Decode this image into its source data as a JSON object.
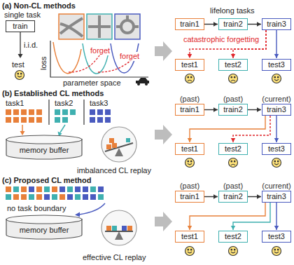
{
  "diagram": {
    "nodes": [
      {
        "text": [
          "train"
        ]
      },
      {
        "text": [
          "train1"
        ]
      },
      {
        "text": [
          "train2"
        ]
      },
      {
        "text": [
          "train3"
        ]
      },
      {
        "text": [
          "test1"
        ]
      },
      {
        "text": [
          "test2"
        ]
      },
      {
        "text": [
          "test3"
        ]
      },
      {
        "text": [
          "memory buffer"
        ]
      },
      {
        "text": [
          "(past)",
          "train1"
        ]
      },
      {
        "text": [
          "(past)",
          "train2"
        ]
      },
      {
        "text": [
          "(current)",
          "train3"
        ]
      },
      {
        "text": [
          "test1"
        ]
      },
      {
        "text": [
          "test2"
        ]
      },
      {
        "text": [
          "test3"
        ]
      },
      {
        "text": [
          "memory buffer"
        ]
      },
      {
        "text": [
          "(past)",
          "train1"
        ]
      },
      {
        "text": [
          "(past)",
          "train2"
        ]
      },
      {
        "text": [
          "(current)",
          "train3"
        ]
      },
      {
        "text": [
          "test1"
        ]
      },
      {
        "text": [
          "test2"
        ]
      },
      {
        "text": [
          "test3"
        ]
      }
    ],
    "edges": [
      {
        "from": 1,
        "to": 2,
        "arrow": "to"
      },
      {
        "from": 2,
        "to": 3,
        "arrow": "to"
      },
      {
        "from": 3,
        "to": 4,
        "arrow": "to"
      },
      {
        "from": 3,
        "to": 5,
        "arrow": "to"
      },
      {
        "from": 3,
        "to": 6,
        "arrow": "to"
      },
      {
        "from": 8,
        "to": 9,
        "arrow": "to"
      },
      {
        "from": 9,
        "to": 10,
        "arrow": "to"
      },
      {
        "from": 10,
        "to": 11,
        "arrow": "to"
      },
      {
        "from": 10,
        "to": 12,
        "arrow": "to"
      },
      {
        "from": 10,
        "to": 13,
        "arrow": "to"
      },
      {
        "from": 15,
        "to": 16,
        "arrow": "to"
      },
      {
        "from": 16,
        "to": 17,
        "arrow": "to"
      },
      {
        "from": 17,
        "to": 18,
        "arrow": "to"
      },
      {
        "from": 17,
        "to": 19,
        "arrow": "to"
      },
      {
        "from": 17,
        "to": 20,
        "arrow": "to"
      }
    ],
    "labels": [
      "(a) Non-CL methods",
      "single task",
      "i.i.d.",
      "test",
      "loss",
      "parameter space",
      "forget",
      "forget",
      "lifelong tasks",
      "catastrophic forgetting",
      "(b) Established CL methods",
      "task1",
      "task2",
      "task3",
      "imbalanced CL replay",
      "(c) Proposed CL method",
      "no task boundary",
      "effective CL replay"
    ]
  }
}
